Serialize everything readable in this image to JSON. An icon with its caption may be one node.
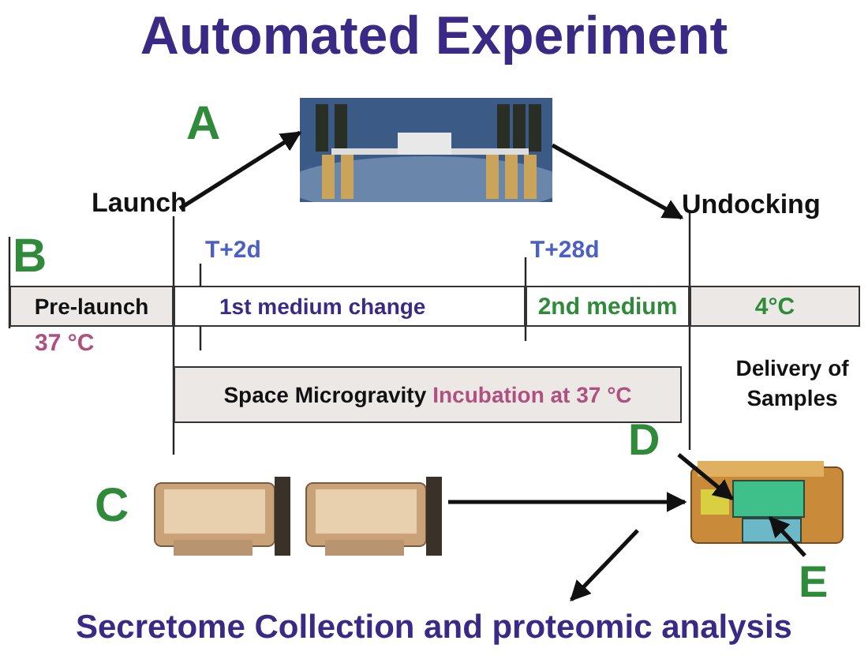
{
  "diagram": {
    "title": "Automated Experiment",
    "nodes": [
      {
        "text": [
          "Launch"
        ]
      },
      {
        "text": [],
        "shape": "picture"
      },
      {
        "text": [
          "Undocking"
        ]
      },
      {
        "text": [
          "Pre-launch"
        ],
        "beside": [
          "37 °C"
        ]
      },
      {
        "text": [
          "1st medium change"
        ]
      },
      {
        "text": [
          "2nd medium"
        ]
      },
      {
        "text": [
          "4°C"
        ]
      },
      {
        "text": [
          "Space Microgravity",
          "Incubation at 37 °C"
        ]
      },
      {
        "text": [],
        "shape": "picture"
      },
      {
        "text": [],
        "shape": "picture"
      },
      {
        "text": [],
        "shape": "picture"
      },
      {
        "text": [],
        "shape": "box",
        "in": 10
      },
      {
        "text": [],
        "shape": "box",
        "in": 10
      },
      {
        "text": [
          "D"
        ]
      },
      {
        "text": [
          "E"
        ]
      },
      {
        "text": [
          "Secretome Collection and proteomic analysis"
        ]
      }
    ],
    "edges": [
      {
        "from": 0,
        "to": 1,
        "arrow": "to"
      },
      {
        "from": 1,
        "to": 2,
        "arrow": "to"
      },
      {
        "from": 9,
        "to": 10,
        "arrow": "to"
      },
      {
        "from": null,
        "to": 15,
        "arrow": "to"
      },
      {
        "from": 13,
        "to": 11,
        "arrow": "to"
      },
      {
        "from": 14,
        "to": 12,
        "arrow": "to"
      }
    ],
    "labels": [
      "A",
      "B",
      "T+2d",
      "T+28d",
      "Delivery of Samples",
      "C"
    ]
  }
}
